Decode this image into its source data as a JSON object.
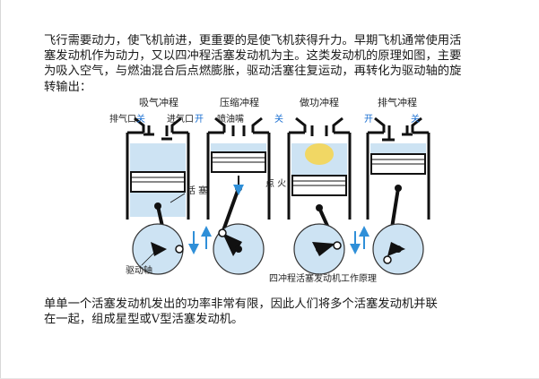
{
  "intro": {
    "lines": [
      "飞行需要动力，使飞机前进，更重要的是使飞机获得升力。早期飞机通常使用活",
      "塞发动机作为动力，又以四冲程活塞发动机为主。这类发动机的原理如图，主要",
      "为吸入空气，与燃油混合后点燃膨胀，驱动活塞往复运动，再转化为驱动轴的旋",
      "转输出："
    ]
  },
  "diagram": {
    "strokes": [
      "吸气冲程",
      "压缩冲程",
      "做功冲程",
      "排气冲程"
    ],
    "intake": {
      "exhaust_port": "排气口",
      "exhaust_state": "关",
      "intake_port": "进气口",
      "intake_state": "开"
    },
    "compression": {
      "injector": "喷油嘴",
      "valve_state": "关"
    },
    "exhaust_valves": {
      "left": "开",
      "right": "关"
    },
    "piston_label": "活 塞",
    "ignition_label": "点 火",
    "shaft_label": "驱动轴",
    "caption": "四冲程活塞发动机工作原理",
    "colors": {
      "accent_text": "#1a6fd1",
      "arrow": "#2f8fd8",
      "gas": "#cde3f3",
      "spark": "#f7d54a"
    }
  },
  "outro": {
    "lines": [
      "单单一个活塞发动机发出的功率非常有限，因此人们将多个活塞发动机并联",
      "在一起，组成星型或V型活塞发动机。"
    ]
  }
}
